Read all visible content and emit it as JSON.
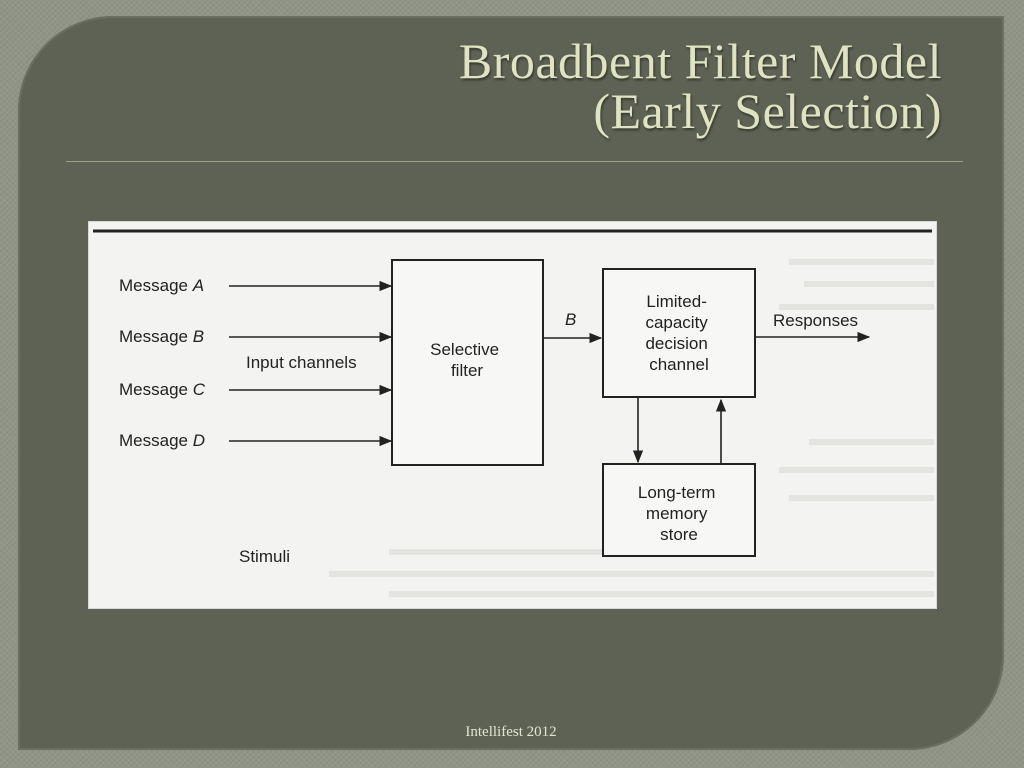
{
  "slide": {
    "title_lines": [
      "Broadbent Filter Model",
      "(Early Selection)"
    ],
    "footer": "Intellifest 2012"
  },
  "diagram": {
    "messages": [
      {
        "prefix": "Message ",
        "letter": "A"
      },
      {
        "prefix": "Message ",
        "letter": "B"
      },
      {
        "prefix": "Message ",
        "letter": "C"
      },
      {
        "prefix": "Message ",
        "letter": "D"
      }
    ],
    "input_channels_label": "Input channels",
    "selective_filter": [
      "Selective",
      "filter"
    ],
    "channel_label": "B",
    "decision_channel": [
      "Limited-",
      "capacity",
      "decision",
      "channel"
    ],
    "responses_label": "Responses",
    "memory_store": [
      "Long-term",
      "memory",
      "store"
    ],
    "stimuli_label": "Stimuli"
  }
}
